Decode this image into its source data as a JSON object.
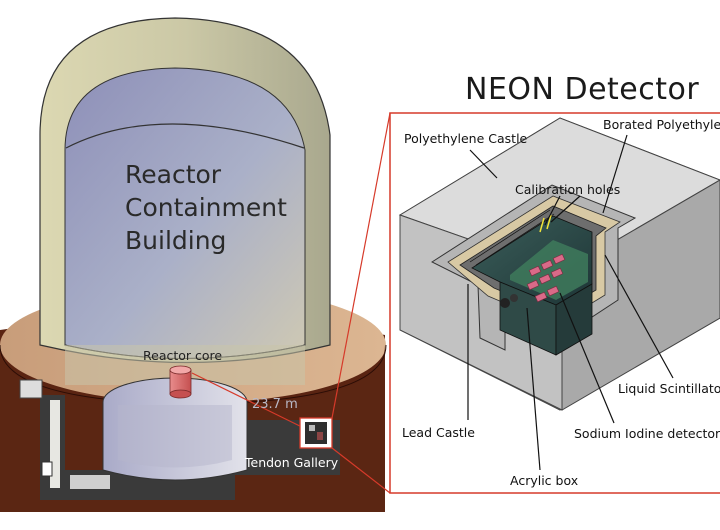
{
  "detector_title": "NEON Detector",
  "building": {
    "line1": "Reactor",
    "line2": "Containment",
    "line3": "Building"
  },
  "reactor_core": "Reactor core",
  "distance": "23.7 m",
  "tendon_gallery": "Tendon Gallery",
  "detector_labels": {
    "polyethylene_castle": "Polyethylene Castle",
    "borated_polyethylene": "Borated Polyethylene",
    "calibration_holes": "Calibration holes",
    "lead_castle": "Lead Castle",
    "liquid_scintillator": "Liquid Scintillator",
    "sodium_iodine_detector": "Sodium Iodine detector",
    "acrylic_box": "Acrylic box"
  },
  "colors": {
    "dome": "#c9c6a4",
    "soil": "#5a2412",
    "concrete_ring": "#cfa684",
    "callout_line": "#d63a2a",
    "gallery_wall": "#3a3a3a",
    "core": "#d66a6a"
  }
}
